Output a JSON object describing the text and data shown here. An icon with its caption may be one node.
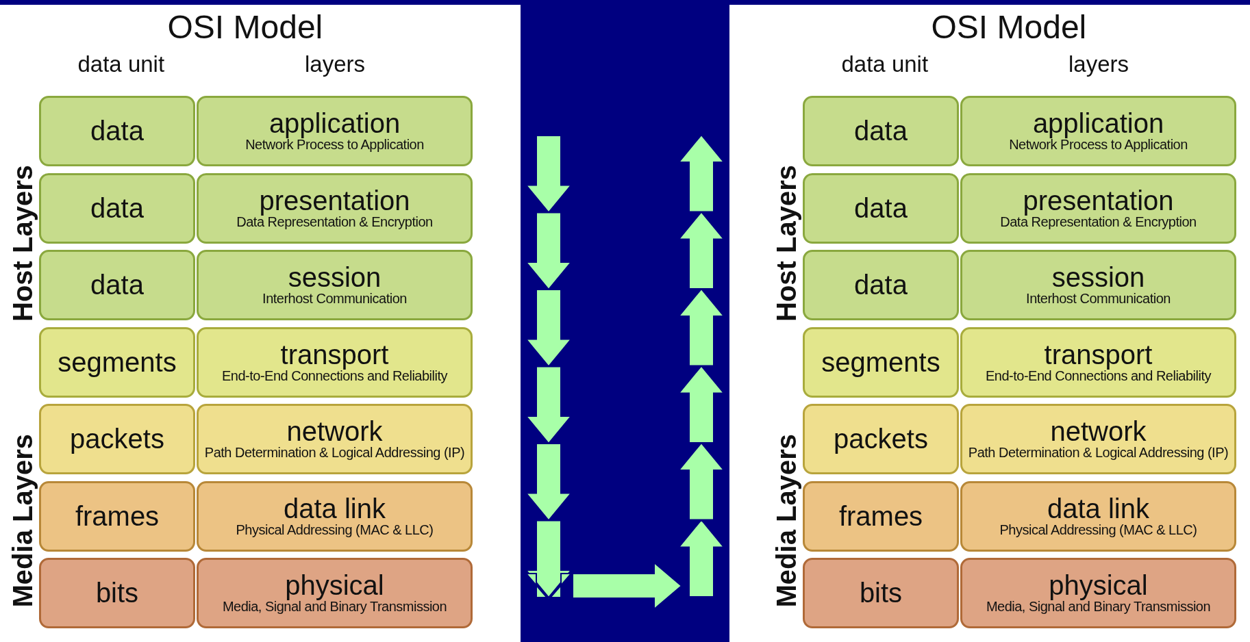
{
  "diagram": {
    "nodes": [
      {
        "text": [
          "data"
        ]
      },
      {
        "text": [
          "application",
          "Network Process to Application"
        ]
      },
      {
        "text": [
          "data"
        ]
      },
      {
        "text": [
          "presentation",
          "Data Representation & Encryption"
        ]
      },
      {
        "text": [
          "data"
        ]
      },
      {
        "text": [
          "session",
          "Interhost Communication"
        ]
      },
      {
        "text": [
          "segments"
        ]
      },
      {
        "text": [
          "transport",
          "End-to-End Connections and Reliability"
        ]
      },
      {
        "text": [
          "packets"
        ]
      },
      {
        "text": [
          "network",
          "Path Determination & Logical Addressing (IP)"
        ]
      },
      {
        "text": [
          "frames"
        ]
      },
      {
        "text": [
          "data link",
          "Physical Addressing (MAC & LLC)"
        ]
      },
      {
        "text": [
          "bits"
        ]
      },
      {
        "text": [
          "physical",
          "Media, Signal and Binary Transmission"
        ]
      },
      {
        "text": [
          "data"
        ]
      },
      {
        "text": [
          "application",
          "Network Process to Application"
        ]
      },
      {
        "text": [
          "data"
        ]
      },
      {
        "text": [
          "presentation",
          "Data Representation & Encryption"
        ]
      },
      {
        "text": [
          "data"
        ]
      },
      {
        "text": [
          "session",
          "Interhost Communication"
        ]
      },
      {
        "text": [
          "segments"
        ]
      },
      {
        "text": [
          "transport",
          "End-to-End Connections and Reliability"
        ]
      },
      {
        "text": [
          "packets"
        ]
      },
      {
        "text": [
          "network",
          "Path Determination & Logical Addressing (IP)"
        ]
      },
      {
        "text": [
          "frames"
        ]
      },
      {
        "text": [
          "data link",
          "Physical Addressing (MAC & LLC)"
        ]
      },
      {
        "text": [
          "bits"
        ]
      },
      {
        "text": [
          "physical",
          "Media, Signal and Binary Transmission"
        ]
      }
    ],
    "edges": [],
    "labels": [
      "OSI Model",
      "OSI Model",
      "data unit",
      "layers",
      "data unit",
      "layers",
      "Host Layers",
      "Media Layers",
      "Host Layers",
      "Media Layers"
    ]
  }
}
